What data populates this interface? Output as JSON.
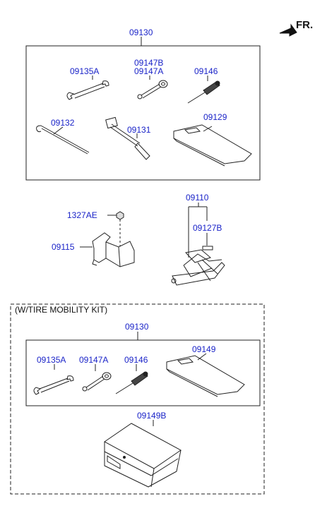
{
  "orientation": {
    "label": "FR."
  },
  "top_assembly": {
    "label": "09130",
    "parts": {
      "wrench": "09135A",
      "eyebolt_b": "09147B",
      "eyebolt_a": "09147A",
      "screwdriver": "09146",
      "hook_rod": "09132",
      "lug_handle": "09131",
      "tool_bag": "09129"
    }
  },
  "middle_group": {
    "nut": "1327AE",
    "bracket": "09115",
    "jack": "09110",
    "jack_part": "09127B"
  },
  "mobility_kit": {
    "title": "(W/TIRE MOBILITY KIT)",
    "assembly_label": "09130",
    "parts": {
      "wrench": "09135A",
      "eyebolt": "09147A",
      "screwdriver": "09146",
      "tool_bag": "09149"
    },
    "case": "09149B"
  }
}
